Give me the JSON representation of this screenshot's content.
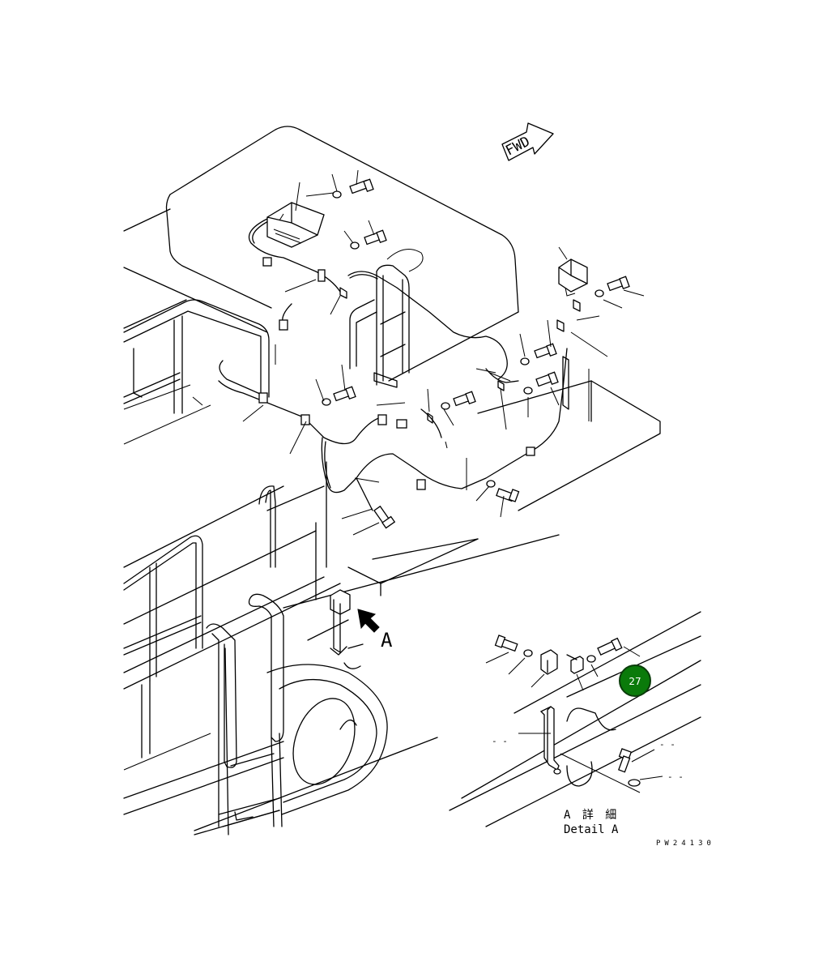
{
  "diagram": {
    "direction_label": "FWD",
    "view_marker_label": "A",
    "detail_title_jp": "A 詳 細",
    "detail_title_en": "Detail A",
    "drawing_number": "PW24130",
    "callout_badge": {
      "label": "27",
      "color": "#0a7a0a"
    },
    "stray_marks": {
      "dash_left": "- -",
      "dash_right_top": "- -",
      "dash_right_bottom": "- -"
    }
  }
}
